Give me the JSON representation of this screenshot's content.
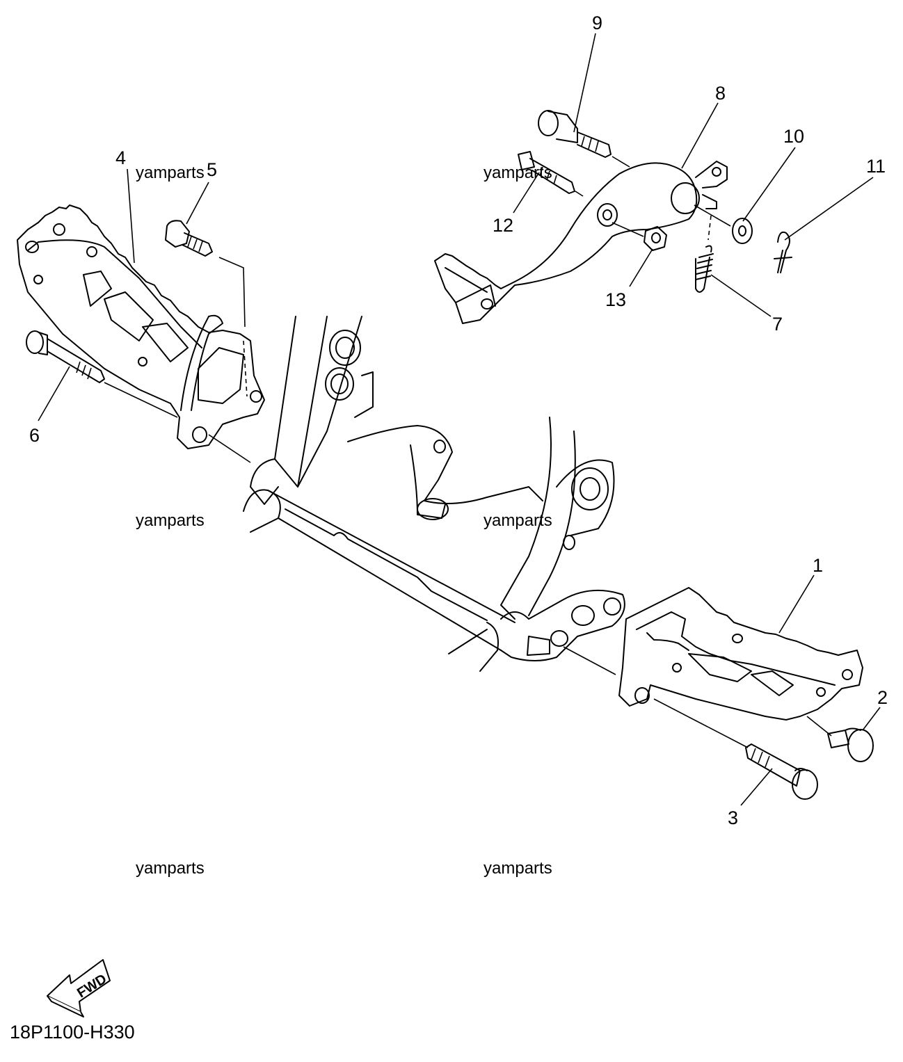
{
  "callouts": [
    {
      "id": "1",
      "label": "1"
    },
    {
      "id": "2",
      "label": "2"
    },
    {
      "id": "3",
      "label": "3"
    },
    {
      "id": "4",
      "label": "4"
    },
    {
      "id": "5",
      "label": "5"
    },
    {
      "id": "6",
      "label": "6"
    },
    {
      "id": "7",
      "label": "7"
    },
    {
      "id": "8",
      "label": "8"
    },
    {
      "id": "9",
      "label": "9"
    },
    {
      "id": "10",
      "label": "10"
    },
    {
      "id": "11",
      "label": "11"
    },
    {
      "id": "12",
      "label": "12"
    },
    {
      "id": "13",
      "label": "13"
    }
  ],
  "watermark": "yamparts",
  "diagram_code": "18P1100-H330",
  "fwd_label": "FWD"
}
